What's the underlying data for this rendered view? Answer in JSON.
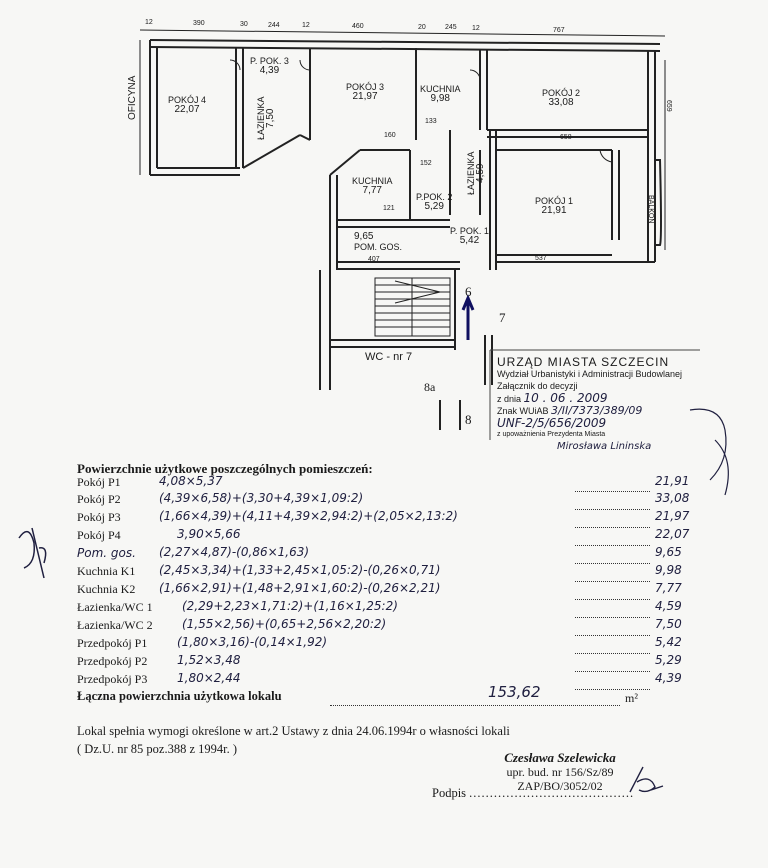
{
  "plan": {
    "top_dims": [
      "12",
      "390",
      "30",
      "244",
      "12",
      "460",
      "20",
      "245",
      "12",
      "767"
    ],
    "street_label": "OFICYNA",
    "right_dim": "659",
    "balcony_label": "BALKON",
    "rooms": [
      {
        "name": "POKÓJ 4",
        "area": "22,07"
      },
      {
        "name": "ŁAZIENKA",
        "area": "7,50"
      },
      {
        "name": "P. POK. 3",
        "area": "4,39"
      },
      {
        "name": "POKÓJ 3",
        "area": "21,97"
      },
      {
        "name": "KUCHNIA",
        "area": "9,98"
      },
      {
        "name": "POKÓJ 2",
        "area": "33,08"
      },
      {
        "name": "KUCHNIA",
        "area": "7,77"
      },
      {
        "name": "P.POK. 2",
        "area": "5,29"
      },
      {
        "name": "ŁAZIENKA",
        "area": "4,59"
      },
      {
        "name": "POKÓJ 1",
        "area": "21,91"
      },
      {
        "name": "POM. GOS.",
        "area": "9,65"
      },
      {
        "name": "P. POK. 1",
        "area": "5,42"
      },
      {
        "name": "WC - nr 7",
        "area": ""
      }
    ],
    "stair_numbers": [
      "6",
      "7",
      "8",
      "8a"
    ],
    "inner_dims": [
      "658",
      "160",
      "537",
      "407",
      "133",
      "152",
      "121"
    ]
  },
  "stamp": {
    "line1": "URZĄD MIASTA SZCZECIN",
    "line2": "Wydział Urbanistyki i Administracji Budowlanej",
    "line3": "Załącznik do decyzji",
    "line4_prefix": "z dnia",
    "line4_date": "10 . 06 . 2009",
    "line5_prefix": "Znak WUiAB",
    "line5_value": "3/II/7373/389/09",
    "line6": "UNF-2/5/656/2009",
    "line7": "z upoważnienia Prezydenta Miasta",
    "signer": "Mirosława Lininska"
  },
  "table": {
    "title": "Powierzchnie użytkowe poszczególnych pomieszczeń:",
    "rows": [
      {
        "label": "Pokój P1",
        "formula": "4,08×5,37",
        "value": "21,91"
      },
      {
        "label": "Pokój P2",
        "formula": "(4,39×6,58)+(3,30+4,39×1,09:2)",
        "value": "33,08"
      },
      {
        "label": "Pokój P3",
        "formula": "(1,66×4,39)+(4,11+4,39×2,94:2)+(2,05×2,13:2)",
        "value": "21,97"
      },
      {
        "label": "Pokój P4",
        "formula": "3,90×5,66",
        "value": "22,07"
      },
      {
        "label": "Pom. gos.",
        "formula": "(2,27×4,87)-(0,86×1,63)",
        "value": "9,65"
      },
      {
        "label": "Kuchnia K1",
        "formula": "(2,45×3,34)+(1,33+2,45×1,05:2)-(0,26×0,71)",
        "value": "9,98"
      },
      {
        "label": "Kuchnia K2",
        "formula": "(1,66×2,91)+(1,48+2,91×1,60:2)-(0,26×2,21)",
        "value": "7,77"
      },
      {
        "label": "Łazienka/WC 1",
        "formula": "(2,29+2,23×1,71:2)+(1,16×1,25:2)",
        "value": "4,59"
      },
      {
        "label": "Łazienka/WC 2",
        "formula": "(1,55×2,56)+(0,65+2,56×2,20:2)",
        "value": "7,50"
      },
      {
        "label": "Przedpokój P1",
        "formula": "(1,80×3,16)-(0,14×1,92)",
        "value": "5,42"
      },
      {
        "label": "Przedpokój P2",
        "formula": "1,52×3,48",
        "value": "5,29"
      },
      {
        "label": "Przedpokój P3",
        "formula": "1,80×2,44",
        "value": "4,39"
      }
    ],
    "total_label": "Łączna powierzchnia użytkowa lokalu",
    "total_value": "153,62",
    "unit": "m²"
  },
  "note": {
    "line1": "Lokal spełnia wymogi określone w art.2 Ustawy z dnia 24.06.1994r o własności lokali",
    "line2": "( Dz.U. nr 85 poz.388 z 1994r. )"
  },
  "signature": {
    "name": "Czesława Szelewicka",
    "line2": "upr. bud. nr 156/Sz/89",
    "line3": "ZAP/BO/3052/02",
    "podpis_label": "Podpis"
  }
}
